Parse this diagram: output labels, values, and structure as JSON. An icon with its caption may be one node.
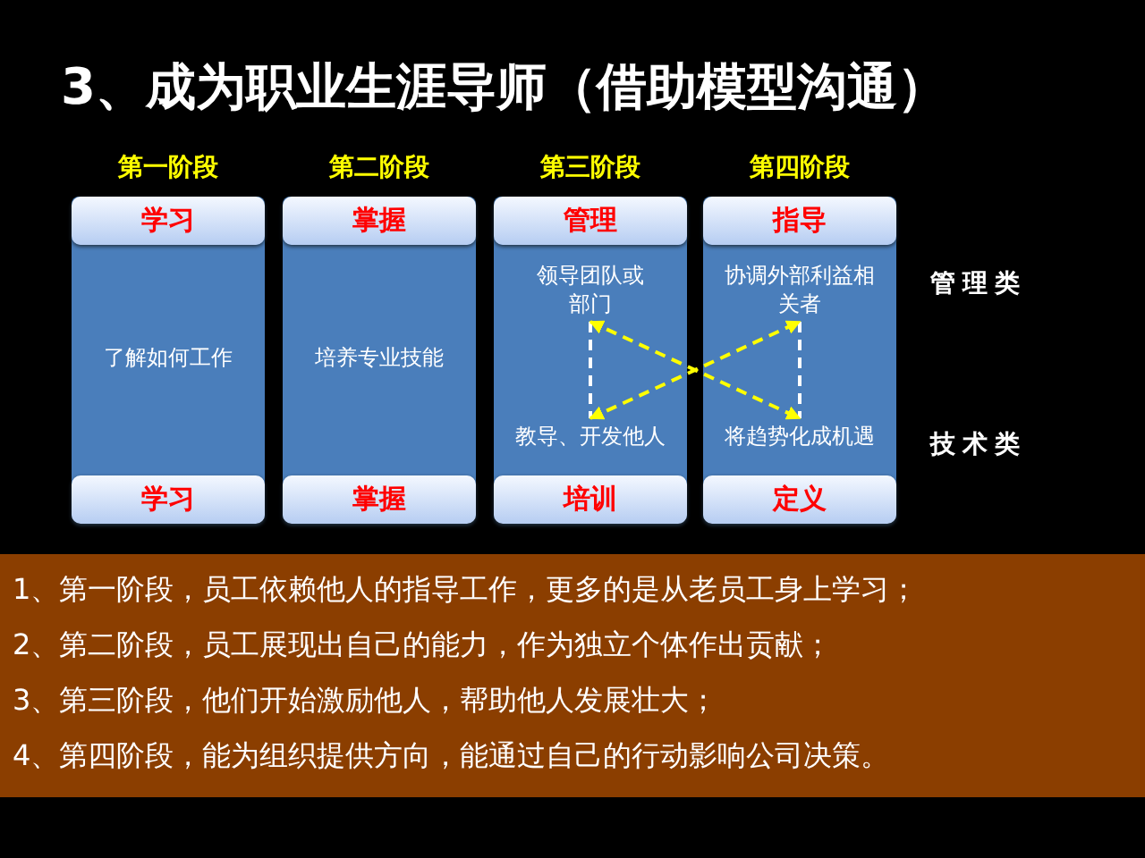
{
  "diagram": {
    "title": "3、成为职业生涯导师（借助模型沟通）",
    "nodes": [
      {
        "text": [
          "第一阶段",
          "了解如何工作"
        ]
      },
      {
        "text": [
          "学习"
        ],
        "in": 0
      },
      {
        "text": [
          "学习"
        ],
        "in": 0
      },
      {
        "text": [
          "第二阶段",
          "培养专业技能"
        ]
      },
      {
        "text": [
          "掌握"
        ],
        "in": 3
      },
      {
        "text": [
          "掌握"
        ],
        "in": 3
      },
      {
        "text": [
          "第三阶段"
        ]
      },
      {
        "text": [
          "管理"
        ],
        "in": 6
      },
      {
        "text": [
          "领导团队或部门"
        ],
        "in": 6
      },
      {
        "text": [
          "教导、开发他人"
        ],
        "in": 6
      },
      {
        "text": [
          "培训"
        ],
        "in": 6
      },
      {
        "text": [
          "第四阶段"
        ]
      },
      {
        "text": [
          "指导"
        ],
        "in": 11
      },
      {
        "text": [
          "协调外部利益相关者"
        ],
        "in": 11
      },
      {
        "text": [
          "将趋势化成机遇"
        ],
        "in": 11
      },
      {
        "text": [
          "定义"
        ],
        "in": 11
      }
    ],
    "edges": [
      {
        "from": 8,
        "to": 9,
        "arrow": "none",
        "style": "dashed",
        "color": "#ffffff"
      },
      {
        "from": 13,
        "to": 14,
        "arrow": "none",
        "style": "dashed",
        "color": "#ffffff"
      },
      {
        "from": 8,
        "to": 14,
        "arrow": "both",
        "style": "dashed",
        "color": "#ffff00"
      },
      {
        "from": 9,
        "to": 13,
        "arrow": "both",
        "style": "dashed",
        "color": "#ffff00"
      }
    ],
    "labels": [
      "管理类",
      "技术类",
      "1、第一阶段，员工依赖他人的指导工作，更多的是从老员工身上学习；",
      "2、第二阶段，员工展现出自己的能力，作为独立个体作出贡献；",
      "3、第三阶段，他们开始激励他人，帮助他人发展壮大；",
      "4、第四阶段，能为组织提供方向，能通过自己的行动影响公司决策。"
    ]
  }
}
